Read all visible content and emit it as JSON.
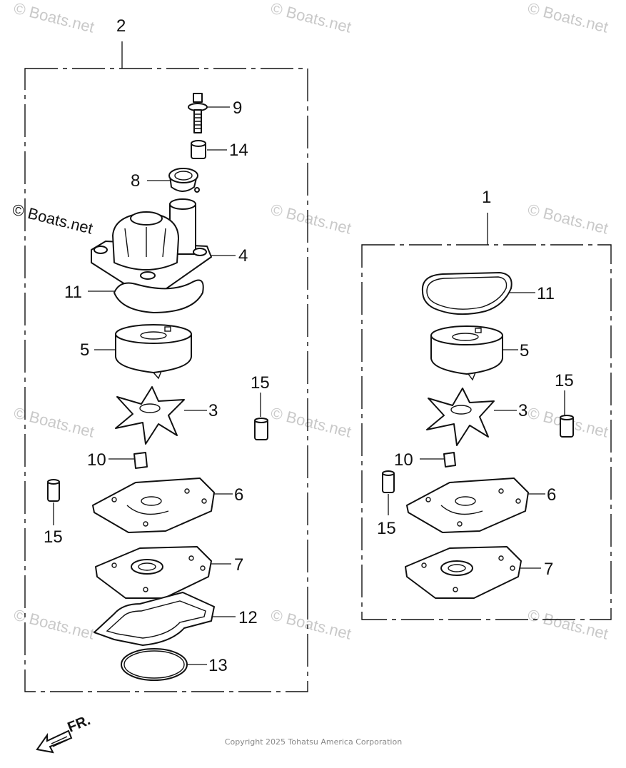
{
  "kits": [
    {
      "kit_number": "2"
    },
    {
      "kit_number": "1"
    }
  ],
  "left_callouts": {
    "c9": "9",
    "c14": "14",
    "c8": "8",
    "c4": "4",
    "c11": "11",
    "c5": "5",
    "c3": "3",
    "c15a": "15",
    "c10": "10",
    "c6": "6",
    "c15b": "15",
    "c7": "7",
    "c12": "12",
    "c13": "13"
  },
  "right_callouts": {
    "c11": "11",
    "c5": "5",
    "c15": "15",
    "c3": "3",
    "c10": "10",
    "c6": "6",
    "c15b": "15",
    "c7": "7"
  },
  "watermark": "© Boats.net",
  "direction_label": "FR.",
  "copyright": "Copyright 2025 Tohatsu America Corporation"
}
